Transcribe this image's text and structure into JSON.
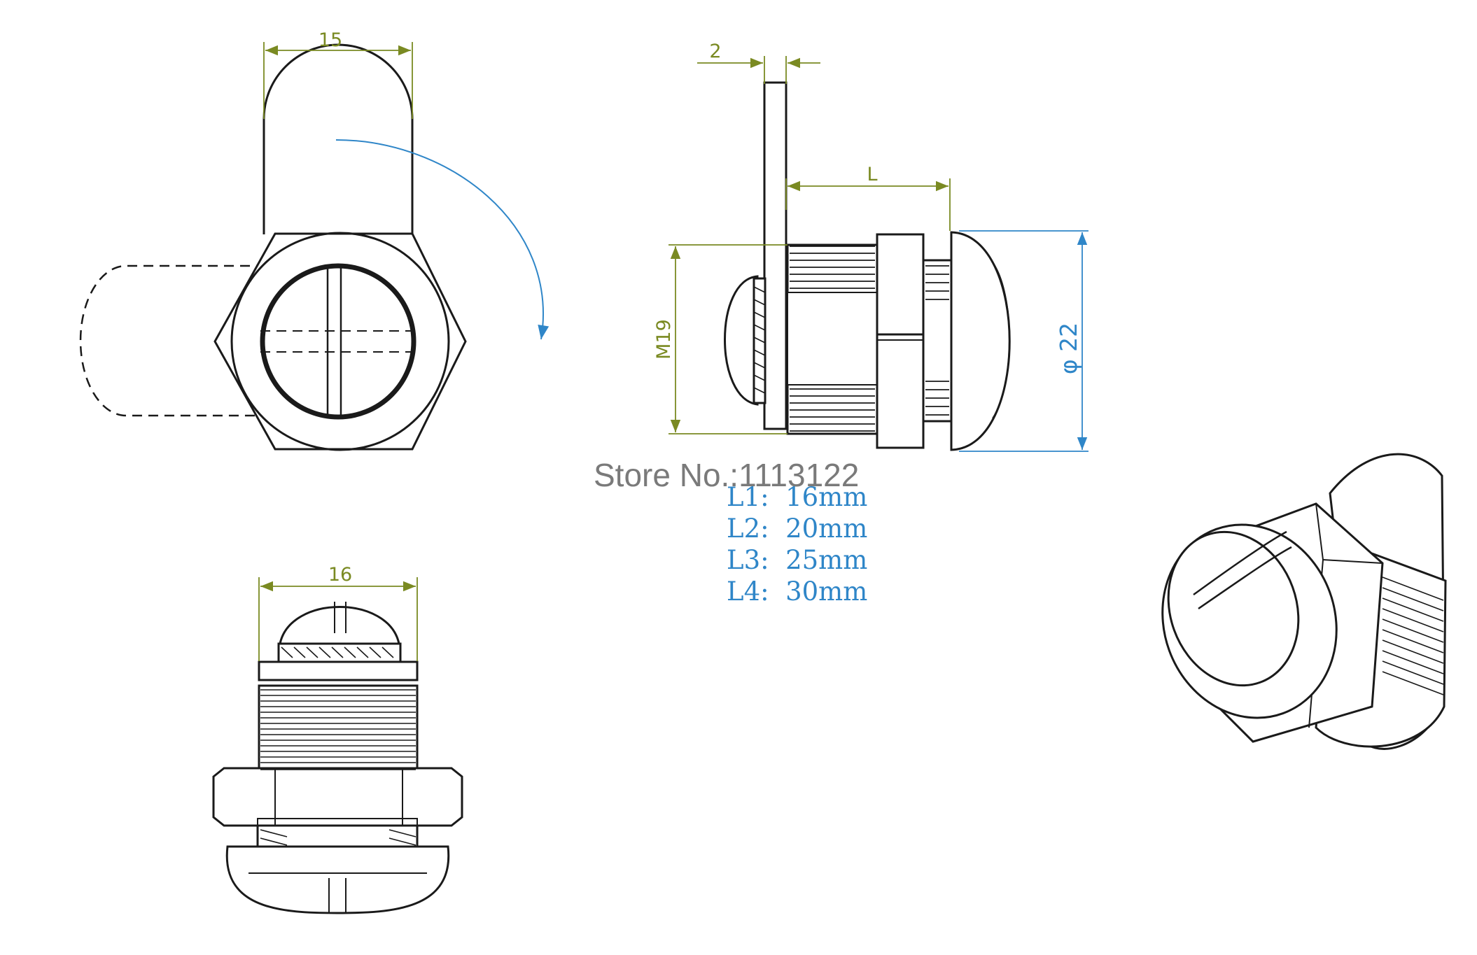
{
  "diagram": {
    "dimensions": {
      "front_width": "15",
      "plate_thickness": "2",
      "length_label": "L",
      "thread_label": "M19",
      "diameter_label": "φ 22",
      "bottom_width": "16"
    },
    "watermark": "Store No.:1113122",
    "length_options": [
      "L1:  16mm",
      "L2:  20mm",
      "L3:  25mm",
      "L4:  30mm"
    ],
    "colors": {
      "line": "#1a1a1a",
      "dimension": "#7a8a22",
      "accent_blue": "#2f86c8"
    }
  }
}
